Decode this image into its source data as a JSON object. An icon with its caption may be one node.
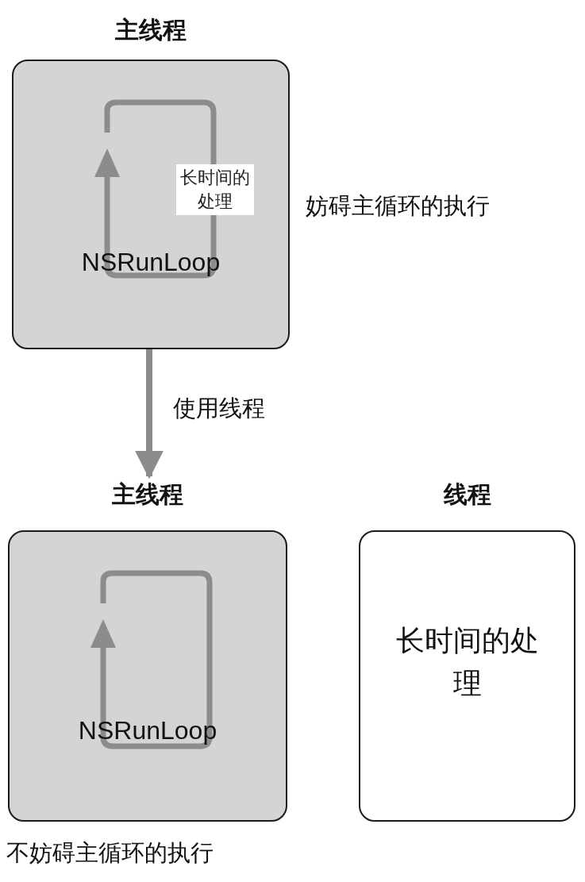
{
  "diagram": {
    "nodes": [
      {
        "text": [
          "主线程",
          "NSRunLoop"
        ],
        "beside": [
          "妨碍主循环的执行"
        ]
      },
      {
        "text": [
          "长时间的处理"
        ],
        "in": 0
      },
      {
        "text": [
          "主线程",
          "NSRunLoop"
        ],
        "beside": [
          "不妨碍主循环的执行"
        ]
      },
      {
        "text": [
          "线程",
          "长时间的处理"
        ]
      }
    ],
    "edges": [
      {
        "from": 0,
        "to": 2,
        "arrow": "to",
        "label": "使用线程"
      }
    ]
  }
}
